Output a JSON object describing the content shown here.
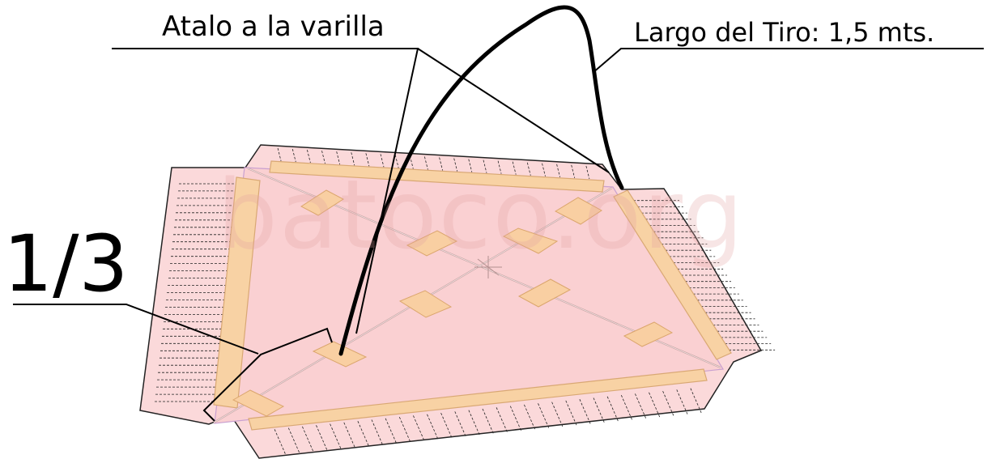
{
  "labels": {
    "tie_to_rod": "Atalo a la varilla",
    "bridle_length": "Largo del Tiro: 1,5 mts.",
    "one_third": "1/3"
  },
  "watermark": "batoco.org",
  "colors": {
    "sail_fill": "#fbd9da",
    "sail_edge": "#222222",
    "spar_fill": "#f8d2a4",
    "spar_edge": "#d9a874",
    "reinforcement_fill": "#f9cfa2",
    "cross_spar": "#c9a7a7",
    "inner_outline": "#c9a0d0",
    "line": "#000000"
  }
}
